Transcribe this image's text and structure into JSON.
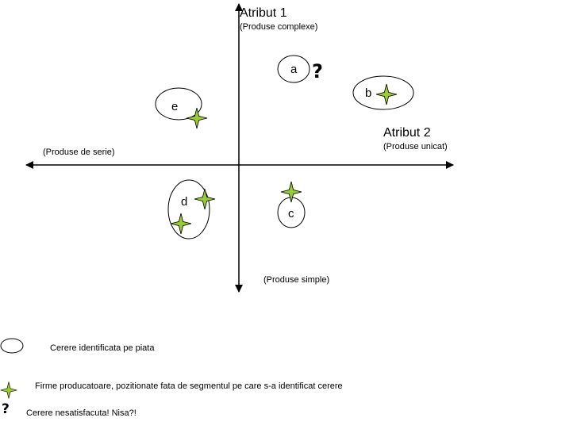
{
  "axes": {
    "vertical": {
      "title": "Atribut 1",
      "top_label": "(Produse complexe)",
      "bottom_label": "(Produse simple)"
    },
    "horizontal": {
      "title": "Atribut 2",
      "right_label": "(Produse unicat)",
      "left_label": "(Produse de serie)"
    }
  },
  "segments": [
    {
      "label": "a"
    },
    {
      "label": "b"
    },
    {
      "label": "c"
    },
    {
      "label": "d"
    },
    {
      "label": "e"
    }
  ],
  "unmet_symbol": "?",
  "legend": {
    "ellipse_text": "Cerere identificata pe piata",
    "star_text": "Firme producatoare, pozitionate fata de segmentul pe care s-a identificat cerere",
    "question_symbol": "?",
    "question_text": "Cerere nesatisfacuta! Nisa?!"
  },
  "colors": {
    "star": "#99cc33",
    "line": "#000000"
  }
}
